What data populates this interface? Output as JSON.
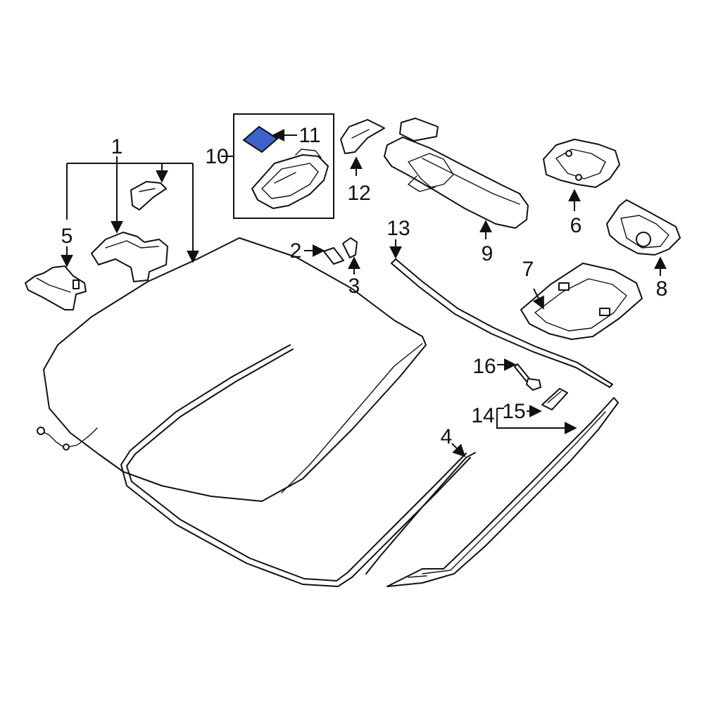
{
  "diagram": {
    "highlight_color": "#3b63c9",
    "line_color": "#111111",
    "callouts": [
      "1",
      "2",
      "3",
      "4",
      "5",
      "6",
      "7",
      "8",
      "9",
      "10",
      "11",
      "12",
      "13",
      "14",
      "15",
      "16"
    ]
  }
}
